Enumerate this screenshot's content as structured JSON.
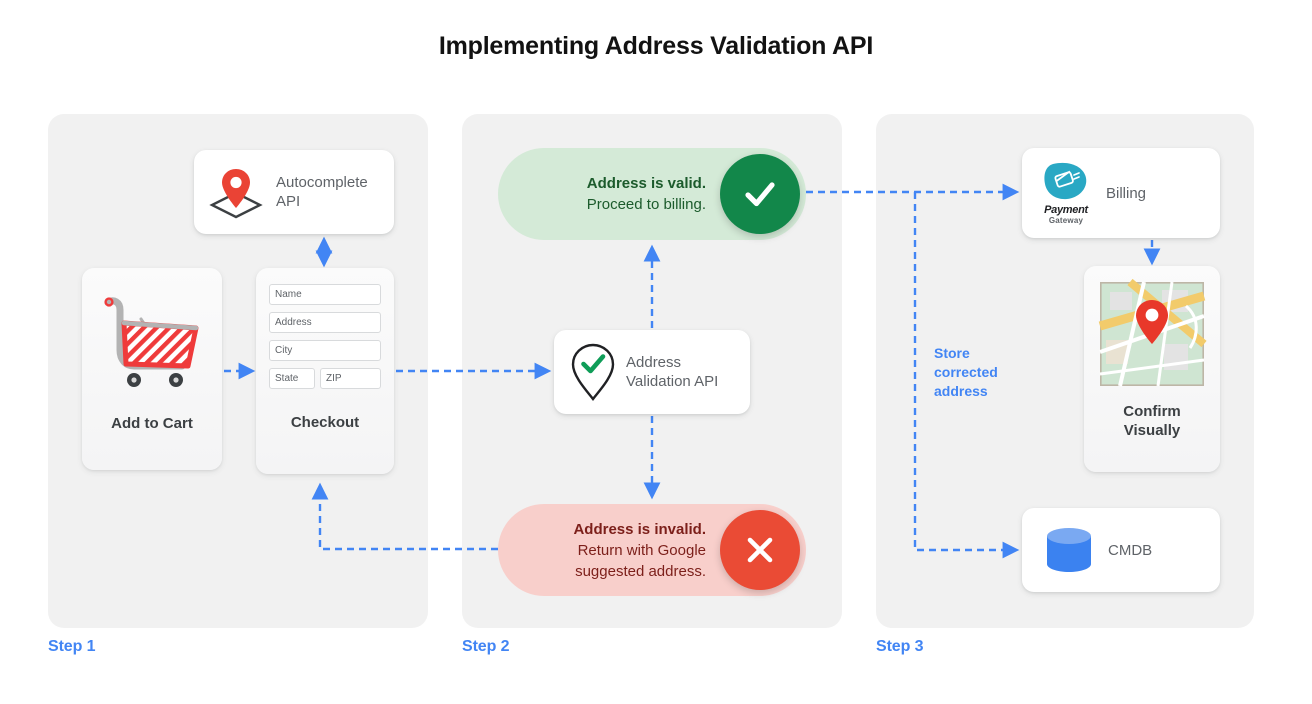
{
  "title": "Implementing Address Validation API",
  "colors": {
    "accent_blue": "#4285f4",
    "panel_bg": "#f1f1f1",
    "valid_pill_bg": "#d4ead7",
    "valid_badge": "#12874a",
    "valid_text": "#1c5b2c",
    "invalid_pill_bg": "#f8cfcb",
    "invalid_badge": "#ea4b35",
    "invalid_text": "#7c1f1a",
    "pin_red": "#ea4335",
    "db_blue": "#3b82f0",
    "payment_teal": "#29a8c4"
  },
  "steps": {
    "step1": {
      "label": "Step 1",
      "autocomplete": {
        "title": "Autocomplete API",
        "icon": "map-pin-diamond-icon"
      },
      "add_to_cart": {
        "label": "Add to Cart",
        "icon": "shopping-cart-icon"
      },
      "checkout": {
        "label": "Checkout",
        "fields": [
          {
            "name": "name",
            "placeholder": "Name"
          },
          {
            "name": "address",
            "placeholder": "Address"
          },
          {
            "name": "city",
            "placeholder": "City"
          },
          {
            "name": "state",
            "placeholder": "State"
          },
          {
            "name": "zip",
            "placeholder": "ZIP"
          }
        ]
      }
    },
    "step2": {
      "label": "Step 2",
      "valid": {
        "headline": "Address is valid.",
        "sub": "Proceed to billing.",
        "icon": "check-circle-icon"
      },
      "invalid": {
        "headline": "Address is invalid.",
        "sub_line1": "Return with Google",
        "sub_line2": "suggested address.",
        "icon": "x-circle-icon"
      },
      "validation_api": {
        "line1": "Address",
        "line2": "Validation API",
        "icon": "pin-check-icon"
      }
    },
    "step3": {
      "label": "Step 3",
      "billing": {
        "label": "Billing",
        "logo_top": "Payment",
        "logo_bottom": "Gateway",
        "icon": "payment-gateway-icon"
      },
      "confirm": {
        "line1": "Confirm",
        "line2": "Visually",
        "icon": "map-thumbnail-icon"
      },
      "cmdb": {
        "label": "CMDB",
        "icon": "database-cylinder-icon"
      },
      "store_note": "Store corrected address"
    }
  }
}
